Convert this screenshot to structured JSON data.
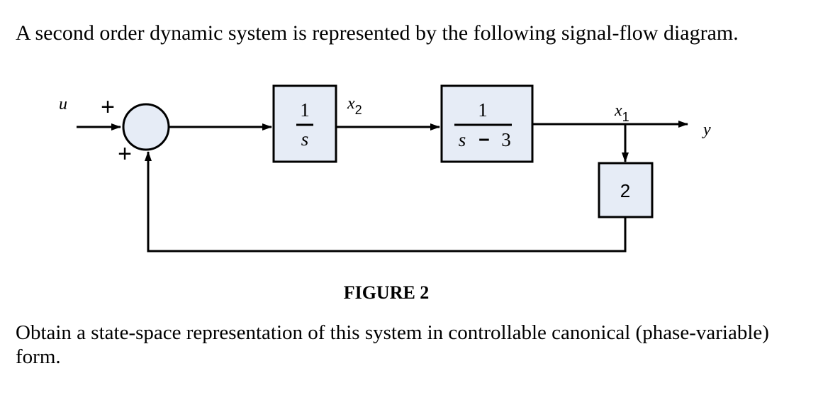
{
  "intro_text": "A second order dynamic system is represented by the following signal-flow diagram.",
  "figure_caption": "FIGURE 2",
  "question_text": "Obtain a state-space representation of this system in controllable canonical (phase-variable) form.",
  "diagram": {
    "input_label": "u",
    "output_label": "y",
    "summing_signs": {
      "top": "+",
      "bottom": "+"
    },
    "integrator_block": {
      "numerator": "1",
      "denominator": "s"
    },
    "plant_block": {
      "numerator": "1",
      "denominator_var": "s",
      "denominator_op": "−",
      "denominator_const": "3"
    },
    "feedback_block": {
      "gain": "2"
    },
    "state_labels": {
      "x2": {
        "base": "x",
        "sub": "2"
      },
      "x1": {
        "base": "x",
        "sub": "1"
      }
    },
    "colors": {
      "block_fill": "#e6ecf6",
      "stroke": "#000000"
    }
  }
}
